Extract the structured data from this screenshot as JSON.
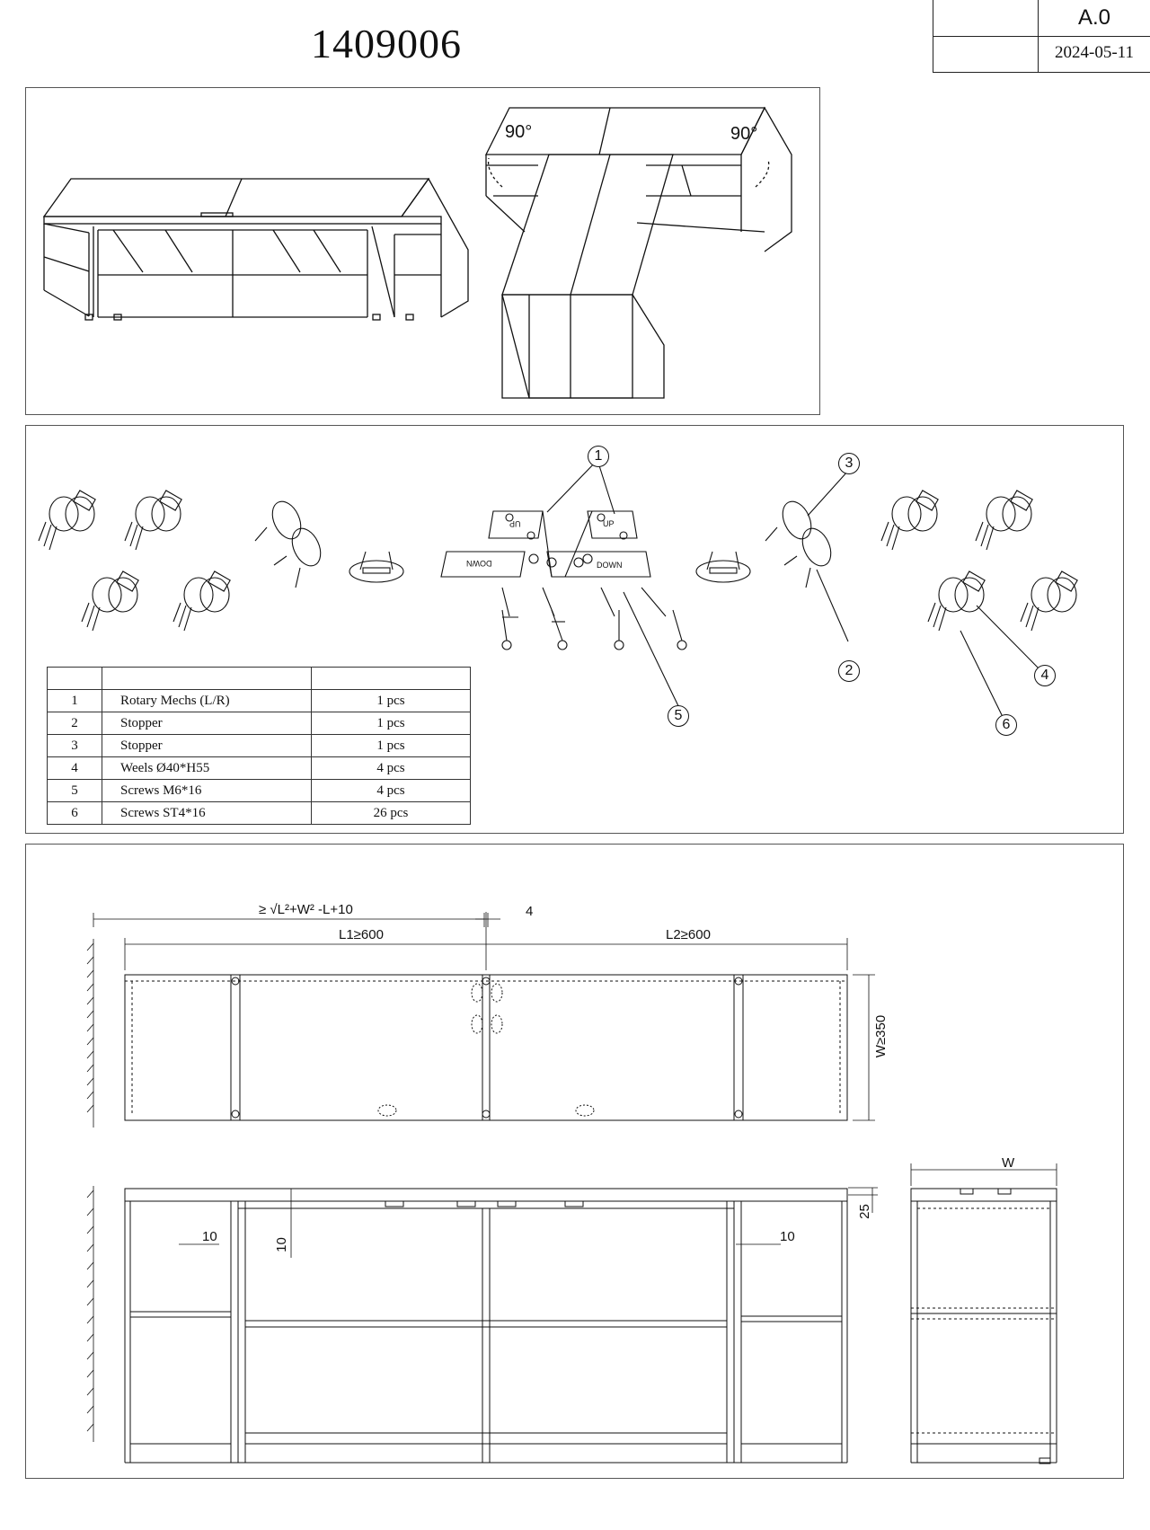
{
  "header": {
    "model_number": "1409006",
    "revision": "A.0",
    "date": "2024-05-11"
  },
  "figure1": {
    "rotation_left": "90°",
    "rotation_right": "90°"
  },
  "parts_list": {
    "headers": [
      "",
      "",
      ""
    ],
    "rows": [
      {
        "no": "1",
        "name": "Rotary Mechs (L/R)",
        "qty": "1 pcs"
      },
      {
        "no": "2",
        "name": "Stopper",
        "qty": "1 pcs"
      },
      {
        "no": "3",
        "name": "Stopper",
        "qty": "1 pcs"
      },
      {
        "no": "4",
        "name": "Weels Ø40*H55",
        "qty": "4 pcs"
      },
      {
        "no": "5",
        "name": "Screws  M6*16",
        "qty": "4 pcs"
      },
      {
        "no": "6",
        "name": "Screws  ST4*16",
        "qty": "26 pcs"
      }
    ]
  },
  "callouts": [
    "1",
    "2",
    "3",
    "4",
    "5",
    "6"
  ],
  "plate_labels": {
    "up_left": "UP",
    "up_right": "UP",
    "down_left": "DOWN",
    "down_right": "DOWN"
  },
  "dimensions": {
    "clearance": "≥ √L²+W²  -L+10",
    "gap": "4",
    "l1": "L1≥600",
    "l2": "L2≥600",
    "w": "W≥350",
    "w_side": "W",
    "top": "25",
    "left_inset": "10",
    "center_inset": "10",
    "right_inset": "10"
  }
}
